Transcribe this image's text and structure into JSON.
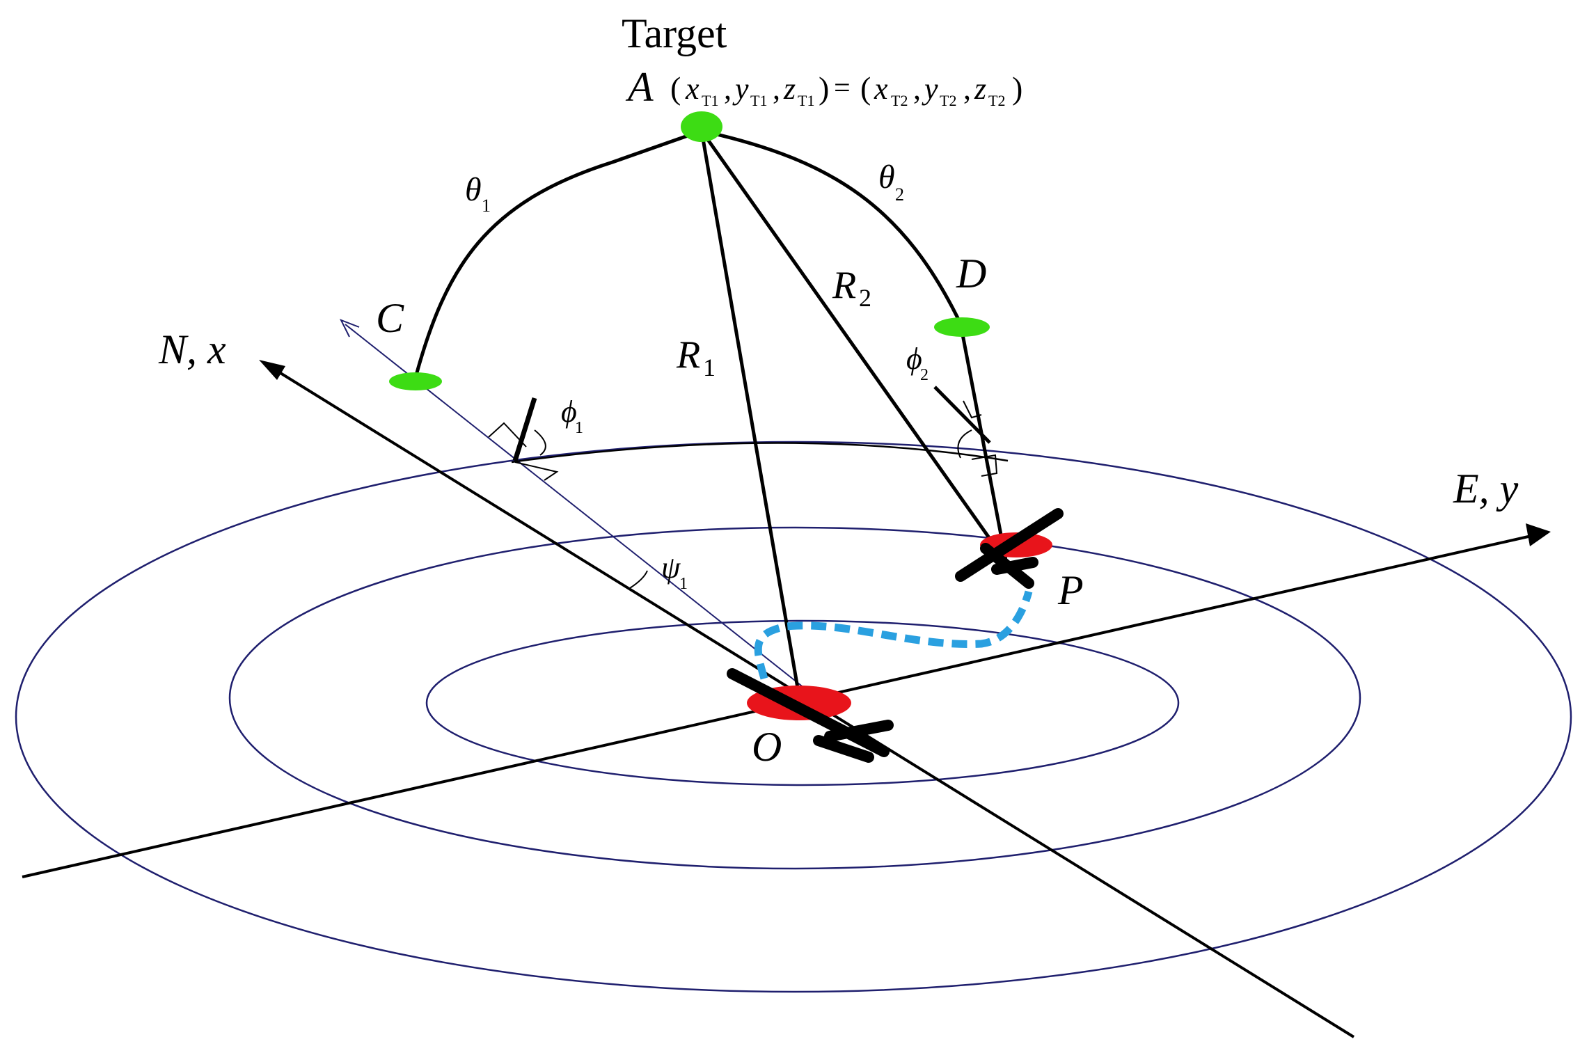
{
  "title": "Target",
  "points": {
    "A": "A",
    "C": "C",
    "D": "D",
    "O": "O",
    "P": "P"
  },
  "equation": {
    "left": "(x",
    "left_sub": [
      "T1",
      "T1",
      "T1"
    ],
    "full_left": [
      "x",
      "y",
      "z"
    ],
    "full_right": [
      "x",
      "y",
      "z"
    ],
    "right_sub": [
      "T2",
      "T2",
      "T2"
    ]
  },
  "axes": {
    "north": "N, x",
    "east": "E, y"
  },
  "ranges": {
    "r1": "R",
    "r1_sub": "1",
    "r2": "R",
    "r2_sub": "2"
  },
  "angles": {
    "theta1": "θ",
    "theta1_sub": "1",
    "theta2": "θ",
    "theta2_sub": "2",
    "phi1": "ϕ",
    "phi1_sub": "1",
    "phi2": "ϕ",
    "phi2_sub": "2",
    "psi1": "ψ",
    "psi1_sub": "1"
  },
  "colors": {
    "marker_green": "#3ddc14",
    "marker_red": "#e8141b",
    "ring_navy": "#1f1f6e",
    "path_blue": "#2aa0e0",
    "line_black": "#000000"
  }
}
